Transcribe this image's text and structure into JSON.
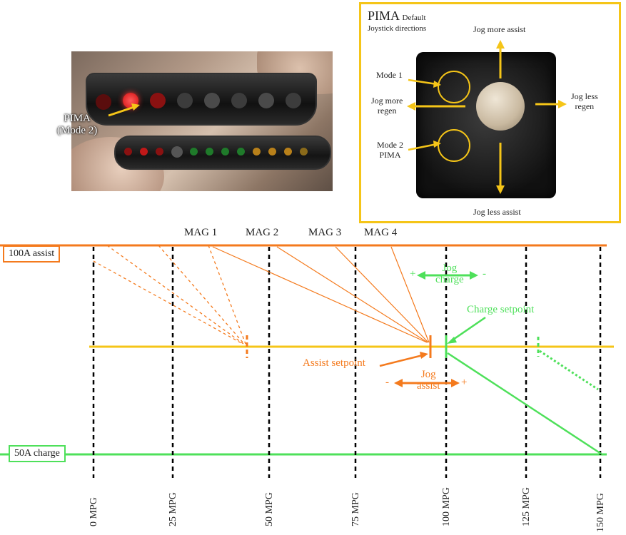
{
  "led_photo": {
    "annotation_line1": "PIMA",
    "annotation_line2": "(Mode 2)"
  },
  "joystick_panel": {
    "title": "PIMA",
    "title_suffix": "Default",
    "subtitle": "Joystick directions",
    "labels": {
      "up": "Jog more assist",
      "down": "Jog less assist",
      "left_1": "Jog more",
      "left_2": "regen",
      "right_1": "Jog less",
      "right_2": "regen",
      "mode1": "Mode 1",
      "mode2_1": "Mode 2",
      "mode2_2": "PIMA"
    },
    "colors": {
      "frame": "#f5c518",
      "arrow": "#f5c518"
    }
  },
  "diagram": {
    "assist_label": "100A assist",
    "charge_label": "50A charge",
    "mag_labels": [
      "MAG 1",
      "MAG 2",
      "MAG 3",
      "MAG 4"
    ],
    "mpg_ticks": [
      "0 MPG",
      "25 MPG",
      "50 MPG",
      "75 MPG",
      "100 MPG",
      "125 MPG",
      "150 MPG"
    ],
    "assist_setpoint_label": "Assist setpoint",
    "charge_setpoint_label": "Charge setpoint",
    "jog_charge": {
      "line1": "Jog",
      "line2": "charge",
      "plus": "+",
      "minus": "-"
    },
    "jog_assist": {
      "line1": "Jog",
      "line2": "assist",
      "plus": "+",
      "minus": "-"
    },
    "colors": {
      "assist": "#f47a1d",
      "neutral": "#f5c518",
      "charge": "#4ee05a",
      "grid": "#000000"
    }
  }
}
